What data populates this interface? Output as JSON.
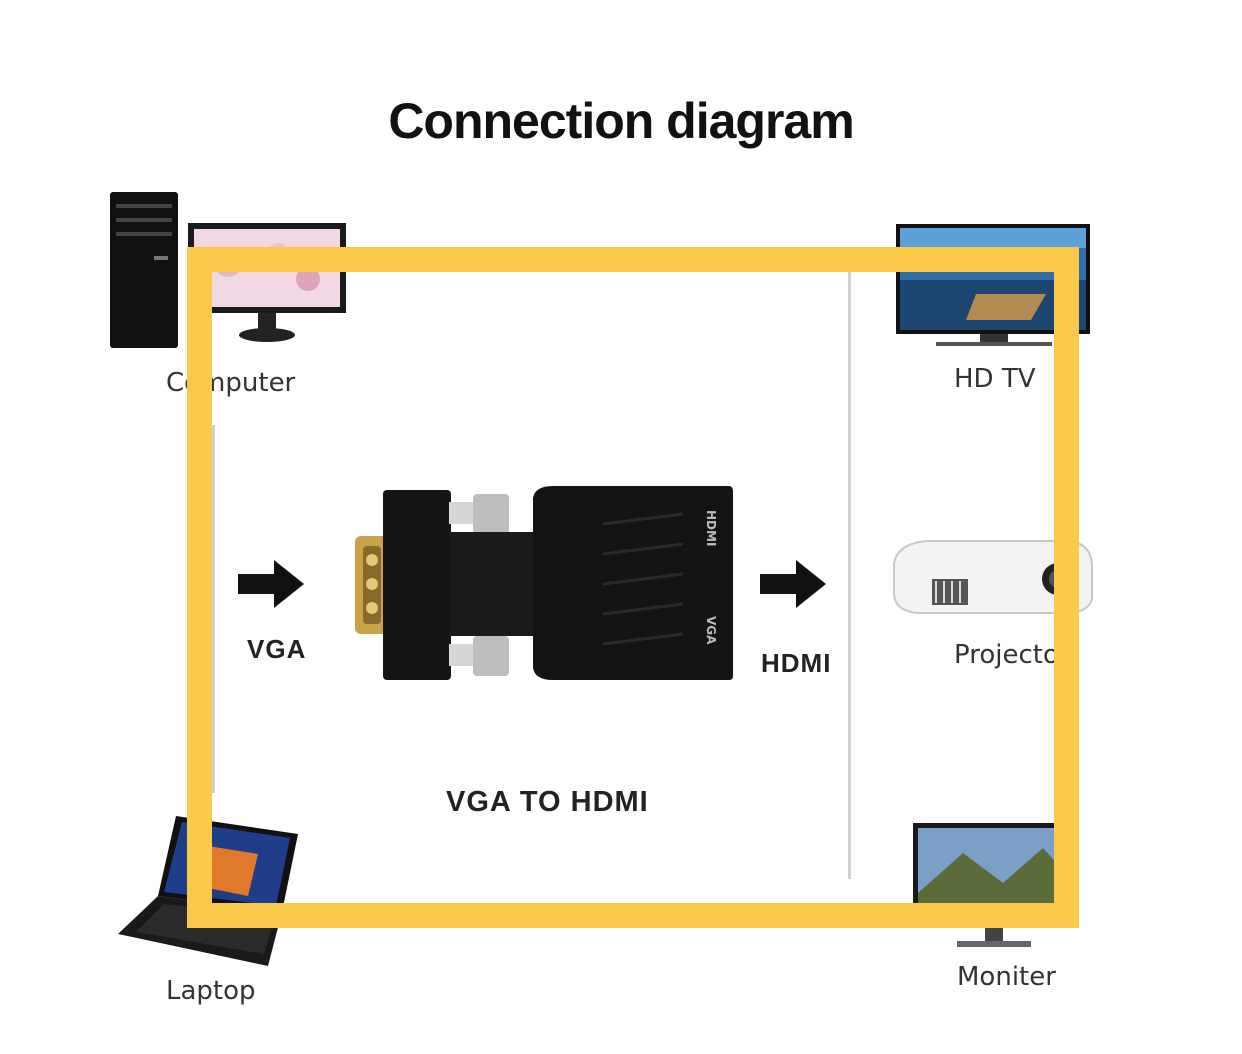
{
  "title": "Connection diagram",
  "devices": {
    "computer": "Computer",
    "hdtv": "HD TV",
    "projector": "Projector",
    "laptop": "Laptop",
    "monitor": "Moniter"
  },
  "ports": {
    "input": "VGA",
    "output": "HDMI"
  },
  "product": {
    "name": "VGA TO HDMI",
    "label_hdmi": "HDMI",
    "label_vga": "VGA"
  },
  "colors": {
    "highlight": "#fbc94a",
    "text": "#222222",
    "device_body": "#111111",
    "connector_gold": "#c9a24a"
  },
  "icons": [
    "tower-pc-icon",
    "monitor-icon",
    "tv-icon",
    "projector-icon",
    "laptop-icon",
    "arrow-right-icon",
    "adapter-image"
  ]
}
